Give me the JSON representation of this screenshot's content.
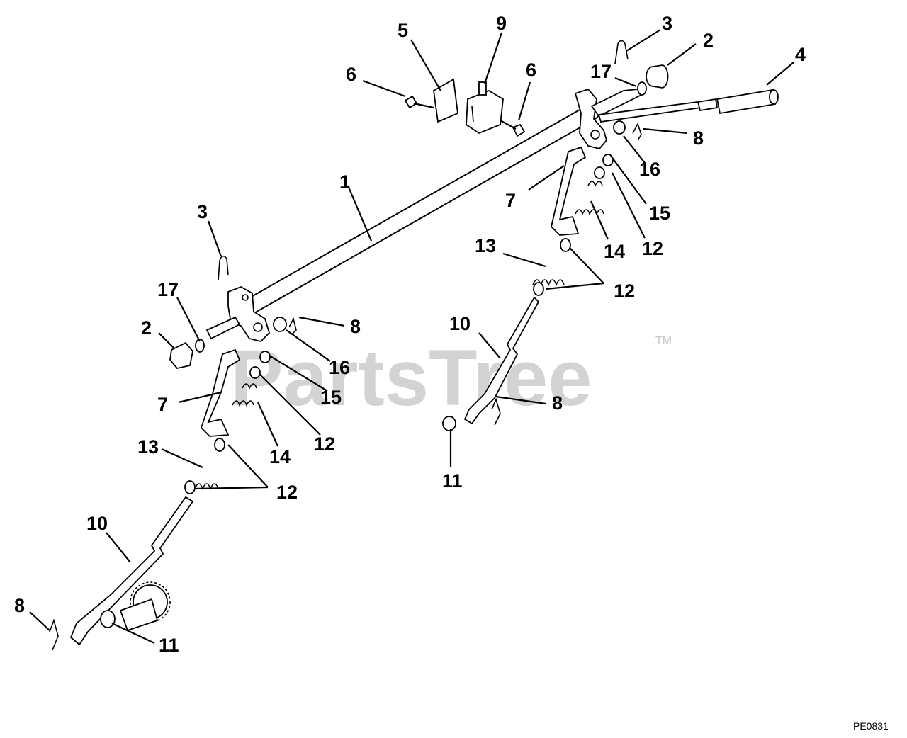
{
  "watermark": {
    "text": "PartsTree",
    "trademark": "TM"
  },
  "drawing_code": "PE0831",
  "callouts": [
    "1",
    "2",
    "2",
    "3",
    "3",
    "4",
    "5",
    "6",
    "6",
    "7",
    "7",
    "8",
    "8",
    "8",
    "8",
    "9",
    "10",
    "10",
    "11",
    "11",
    "12",
    "12",
    "12",
    "12",
    "13",
    "13",
    "14",
    "14",
    "15",
    "15",
    "16",
    "16",
    "17",
    "17"
  ]
}
